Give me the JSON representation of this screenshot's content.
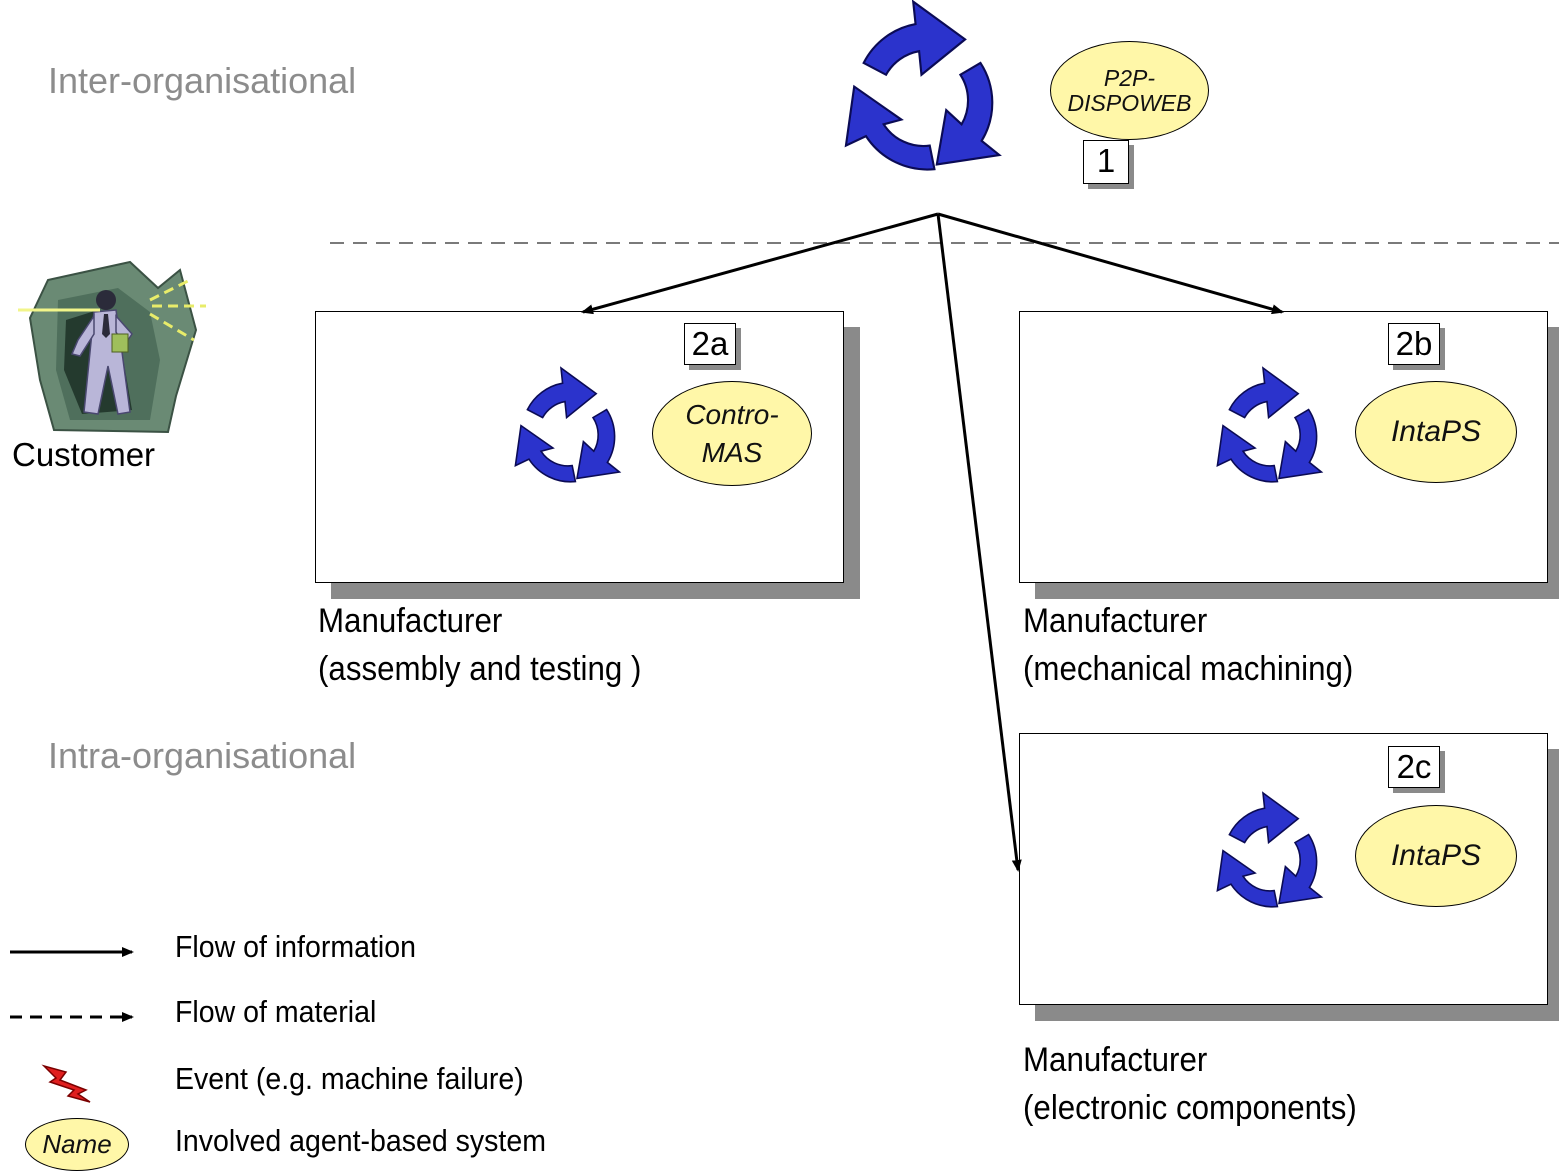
{
  "labels": {
    "inter": "Inter-organisational",
    "intra": "Intra-organisational",
    "customer": "Customer"
  },
  "nodes": {
    "top": {
      "tag": "1",
      "system_line1": "P2P-",
      "system_line2": "DISPOWEB"
    },
    "m_a": {
      "tag": "2a",
      "system_line1": "Contro-",
      "system_line2": "MAS",
      "name": "Manufacturer",
      "desc": "(assembly and testing )"
    },
    "m_b": {
      "tag": "2b",
      "system": "IntaPS",
      "name": "Manufacturer",
      "desc": "(mechanical machining)"
    },
    "m_c": {
      "tag": "2c",
      "system": "IntaPS",
      "name": "Manufacturer",
      "desc": "(electronic components)"
    }
  },
  "legend": {
    "info": "Flow of information",
    "material": "Flow of material",
    "event": "Event (e.g. machine failure)",
    "system": "Involved agent-based system",
    "system_sample": "Name"
  },
  "colors": {
    "cycle_arrow": "#2b33cc",
    "system_ellipse": "#fff7a8",
    "box_shadow": "#8a8a8a",
    "section_text": "#8c8c8c",
    "event_bolt": "#e01e1e"
  },
  "icons": [
    "cycle-arrows-icon",
    "customer-figure-icon",
    "lightning-bolt-icon"
  ]
}
